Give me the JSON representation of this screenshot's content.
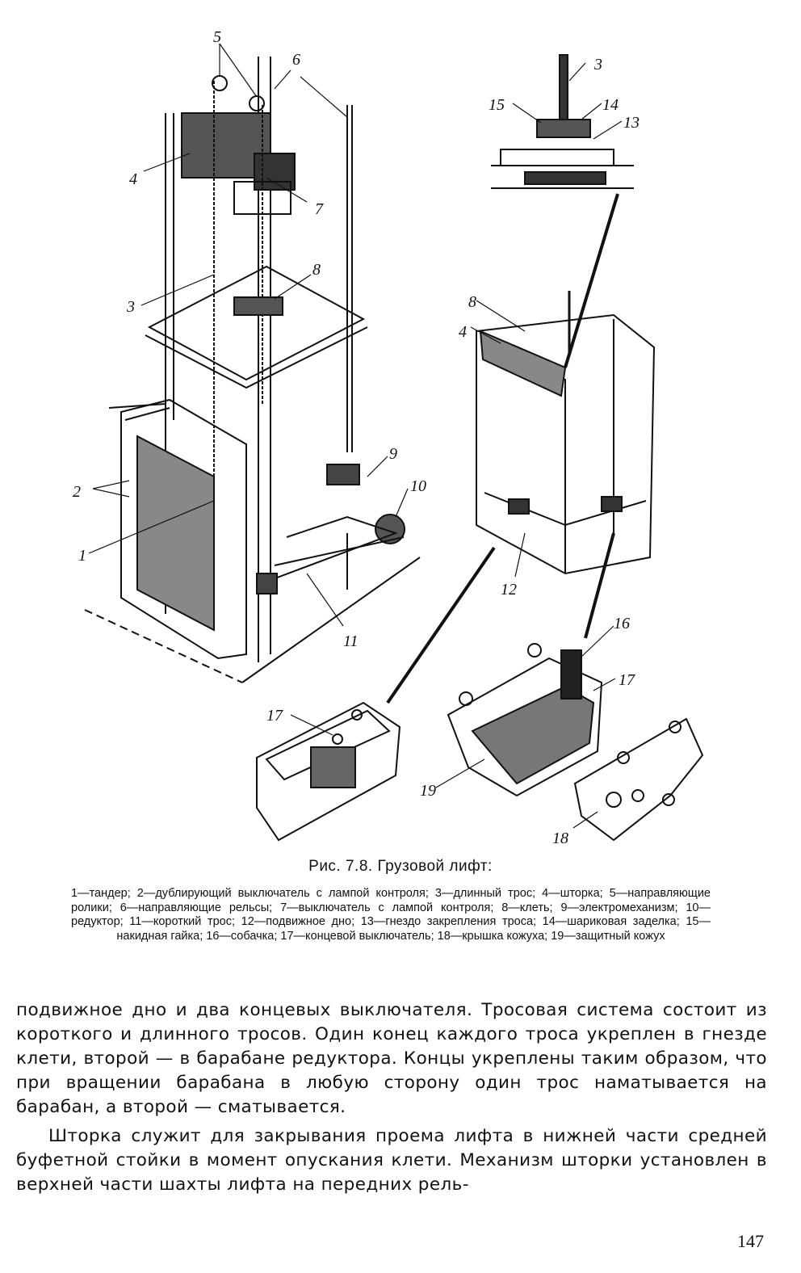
{
  "figure": {
    "labels": {
      "l1": "1",
      "l2": "2",
      "l3a": "3",
      "l3b": "3",
      "l4a": "4",
      "l4b": "4",
      "l5": "5",
      "l6": "6",
      "l7": "7",
      "l8a": "8",
      "l8b": "8",
      "l9": "9",
      "l10": "10",
      "l11": "11",
      "l12": "12",
      "l13": "13",
      "l14": "14",
      "l15": "15",
      "l16": "16",
      "l17a": "17",
      "l17b": "17",
      "l18": "18",
      "l19": "19"
    }
  },
  "caption": "Рис. 7.8. Грузовой лифт:",
  "legend": "1—тандер; 2—дублирующий выключатель с лампой контроля; 3—длинный трос; 4—шторка; 5—направляющие ролики; 6—направляющие рельсы; 7—выключатель с лампой контроля; 8—клеть; 9—электромеханизм; 10—редуктор; 11—короткий трос; 12—подвижное дно; 13—гнездо закрепления троса; 14—шариковая заделка; 15—накидная гайка; 16—собачка; 17—концевой выключатель; 18—крышка кожуха; 19—защитный кожух",
  "body": {
    "p1": "подвижное дно и два концевых выключателя. Тросовая система состоит из короткого и длинного тросов. Один конец каждого троса укреплен в гнезде клети, второй — в барабане редуктора. Концы укреплены таким образом, что при вращении барабана в любую сторону один трос наматывается на барабан, а второй — сматывается.",
    "p2": "Шторка служит для закрывания проема лифта в нижней части средней буфетной стойки в момент опускания клети. Механизм шторки установлен в верхней части шахты лифта на передних рель-"
  },
  "page_number": "147"
}
